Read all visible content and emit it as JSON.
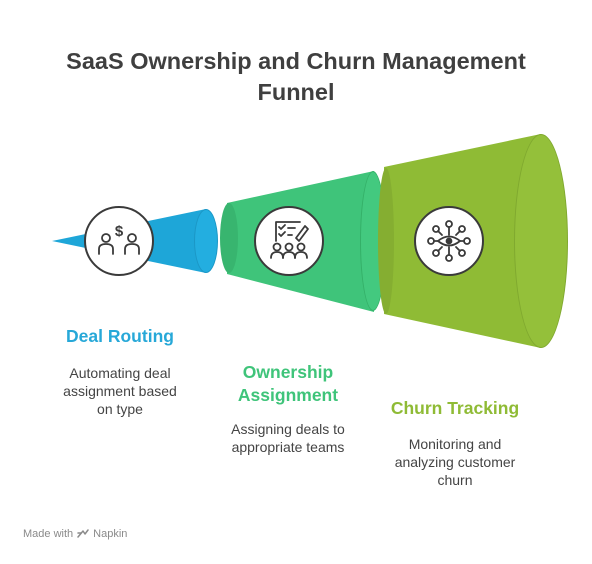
{
  "title_lines": [
    "SaaS Ownership and Churn Management",
    "Funnel"
  ],
  "stages": [
    {
      "label": "Deal Routing",
      "label_lines": [
        "Deal Routing"
      ],
      "description_lines": [
        "Automating deal",
        "assignment based",
        "on type"
      ],
      "color": "#27a8d8",
      "icon": "money-people-icon"
    },
    {
      "label": "Ownership Assignment",
      "label_lines": [
        "Ownership",
        "Assignment"
      ],
      "description_lines": [
        "Assigning deals to",
        "appropriate teams"
      ],
      "color": "#3fc47a",
      "icon": "team-checklist-icon"
    },
    {
      "label": "Churn Tracking",
      "label_lines": [
        "Churn Tracking"
      ],
      "description_lines": [
        "Monitoring and",
        "analyzing customer",
        "churn"
      ],
      "color": "#8fbb35",
      "icon": "eye-network-icon"
    }
  ],
  "footer": {
    "made_with": "Made with",
    "brand": "Napkin"
  }
}
